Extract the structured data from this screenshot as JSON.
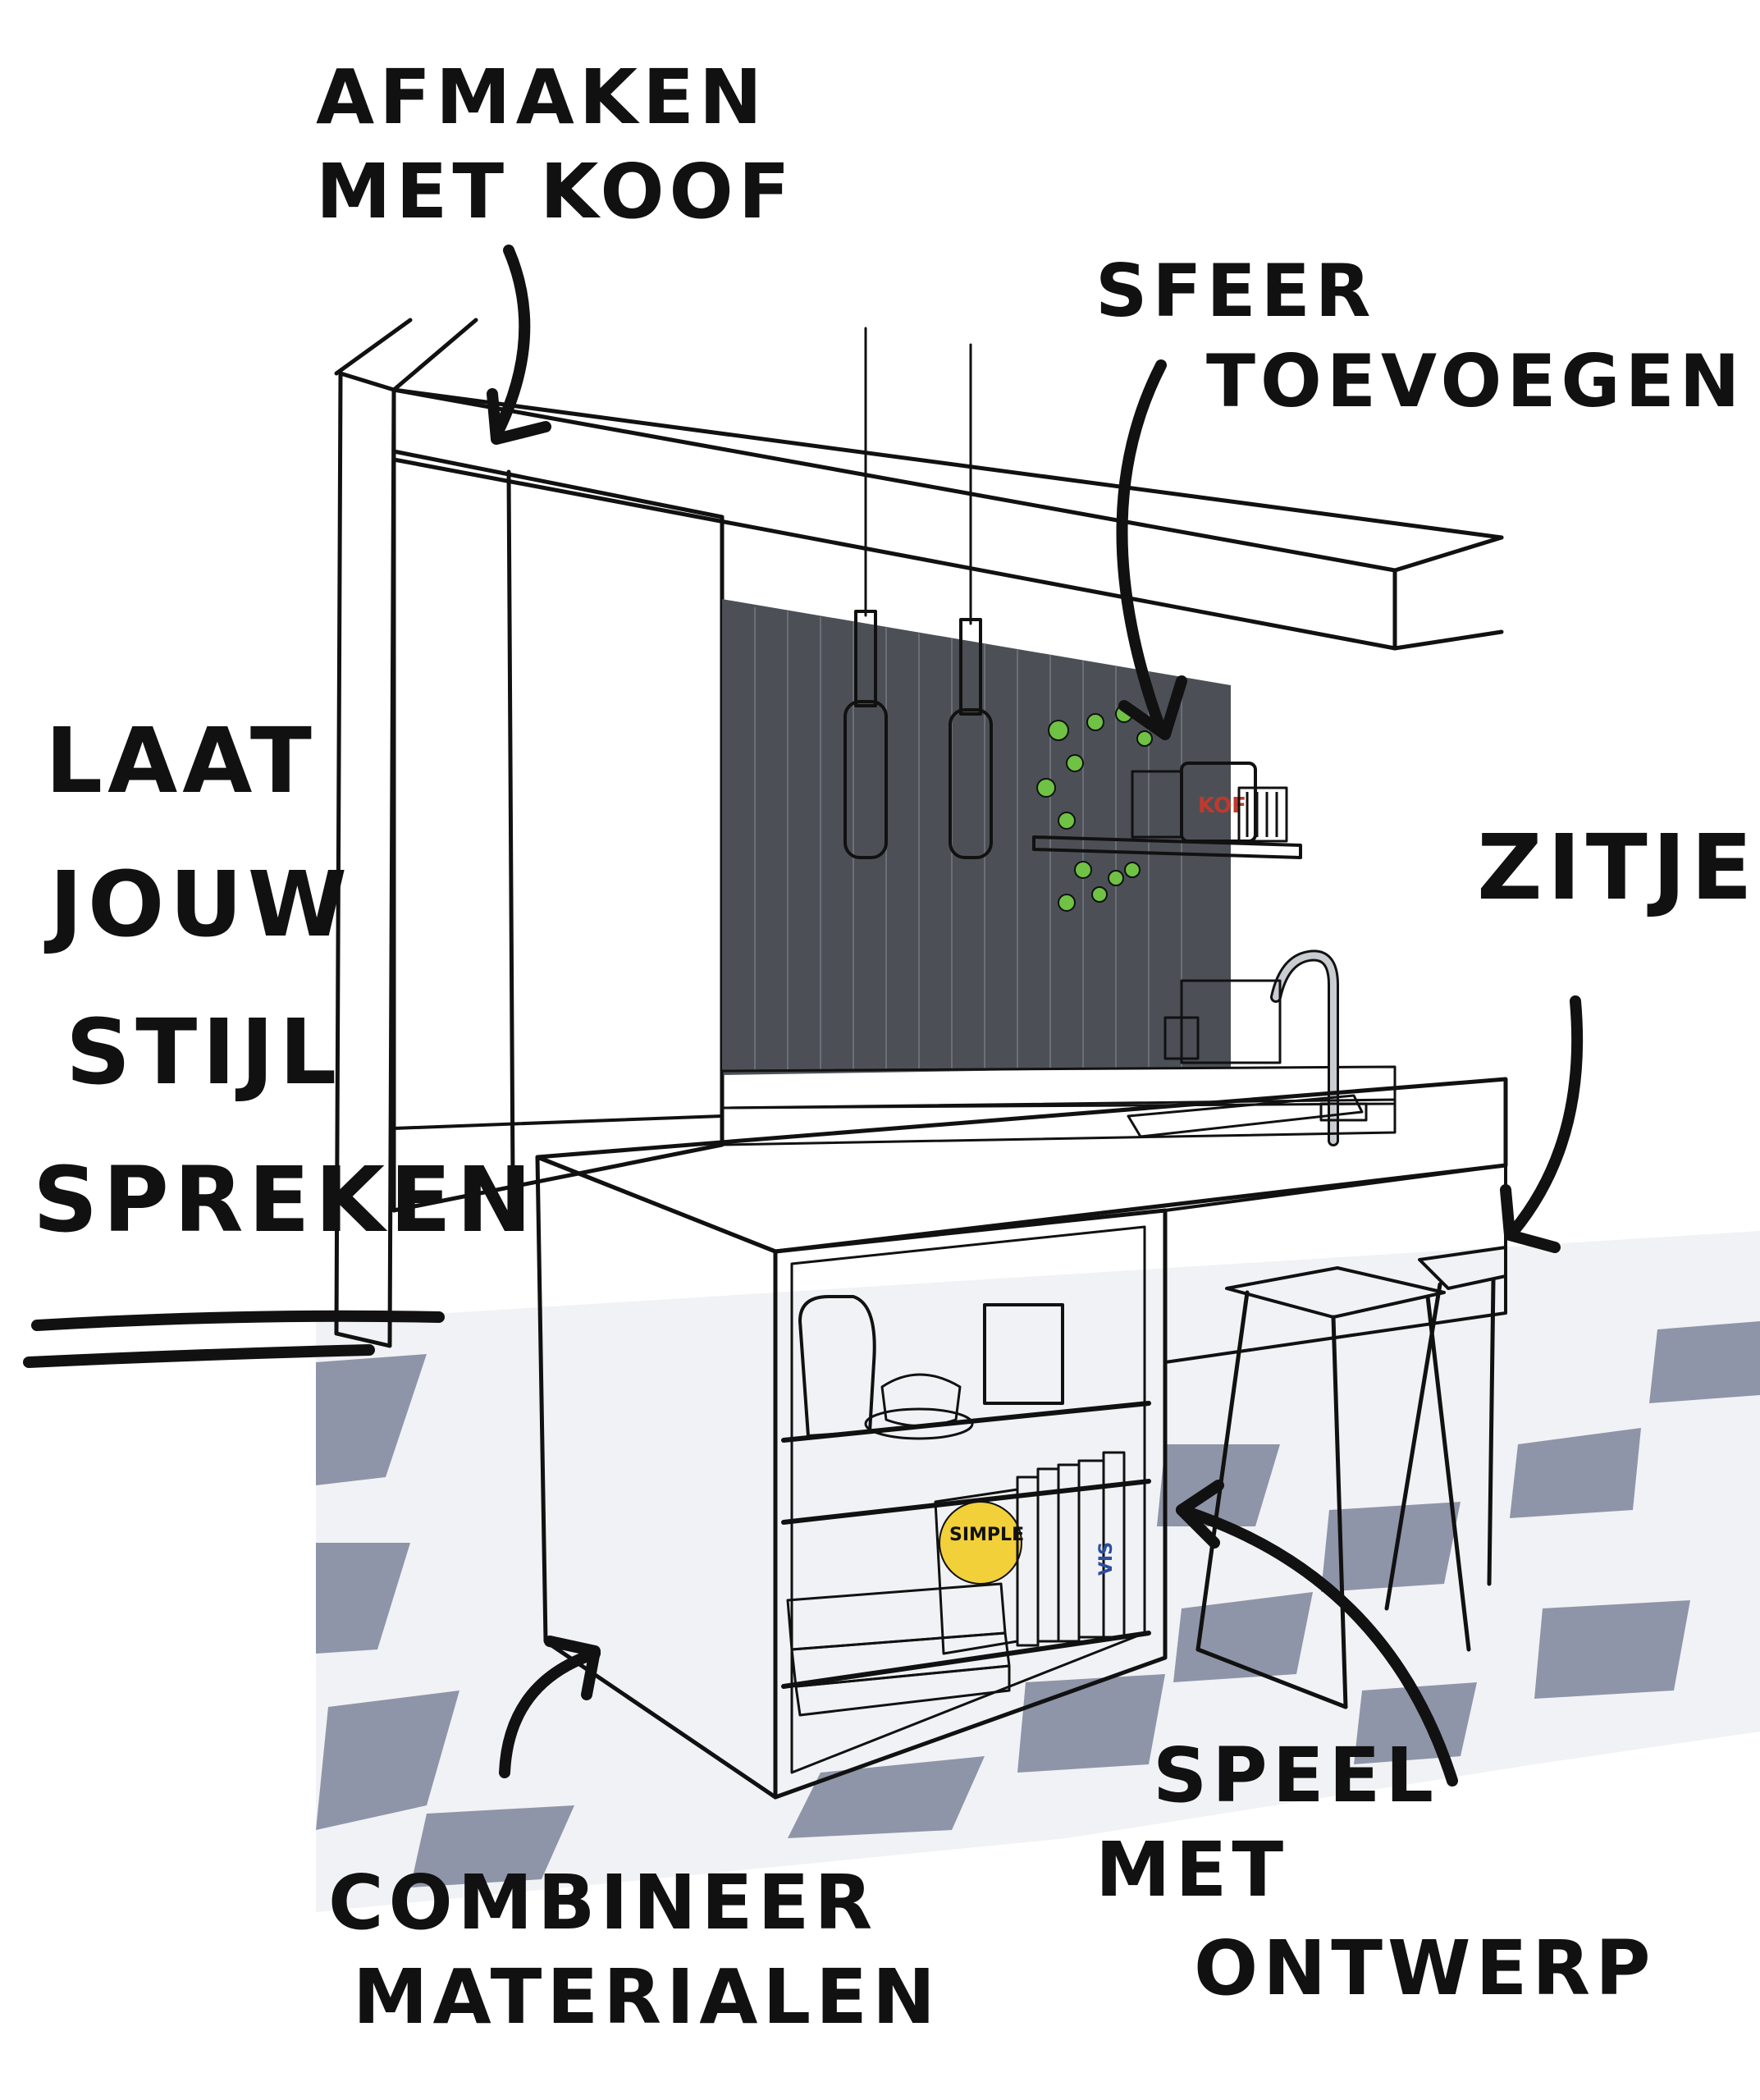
{
  "annotations": {
    "afmaken": [
      "AFMAKEN",
      "MET KOOF"
    ],
    "sfeer": [
      "SFEER",
      "TOEVOEGEN"
    ],
    "laat": [
      "LAAT",
      "JOUW",
      "STIJL",
      "SPREKEN"
    ],
    "zitje": [
      "ZITJE"
    ],
    "combineer": [
      "COMBINEER",
      "MATERIALEN"
    ],
    "speel": [
      "SPEEL",
      "MET",
      "ONTWERP"
    ]
  },
  "objects": {
    "jar_label": "KOF",
    "book_cover": "SIMPLE",
    "book_spine": "VIS"
  },
  "colors": {
    "cabinet_green": "#3f8562",
    "backsplash_dark": "#4c5056",
    "pendant_yellow": "#e8c73e",
    "wood": "#ead8be",
    "stool_seat": "#b77250",
    "floor_tile": "#8f95a8",
    "plant_green": "#6fc244",
    "ink": "#111111"
  }
}
